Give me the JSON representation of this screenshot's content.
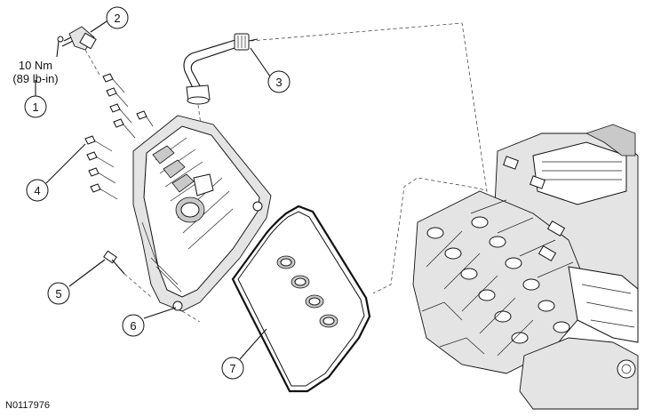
{
  "callouts": [
    {
      "id": "1",
      "label": "1"
    },
    {
      "id": "2",
      "label": "2"
    },
    {
      "id": "3",
      "label": "3"
    },
    {
      "id": "4",
      "label": "4"
    },
    {
      "id": "5",
      "label": "5"
    },
    {
      "id": "6",
      "label": "6"
    },
    {
      "id": "7",
      "label": "7"
    }
  ],
  "torque": {
    "line1": "10 Nm",
    "line2": "(89 lb-in)"
  },
  "reference_code": "N0117976"
}
